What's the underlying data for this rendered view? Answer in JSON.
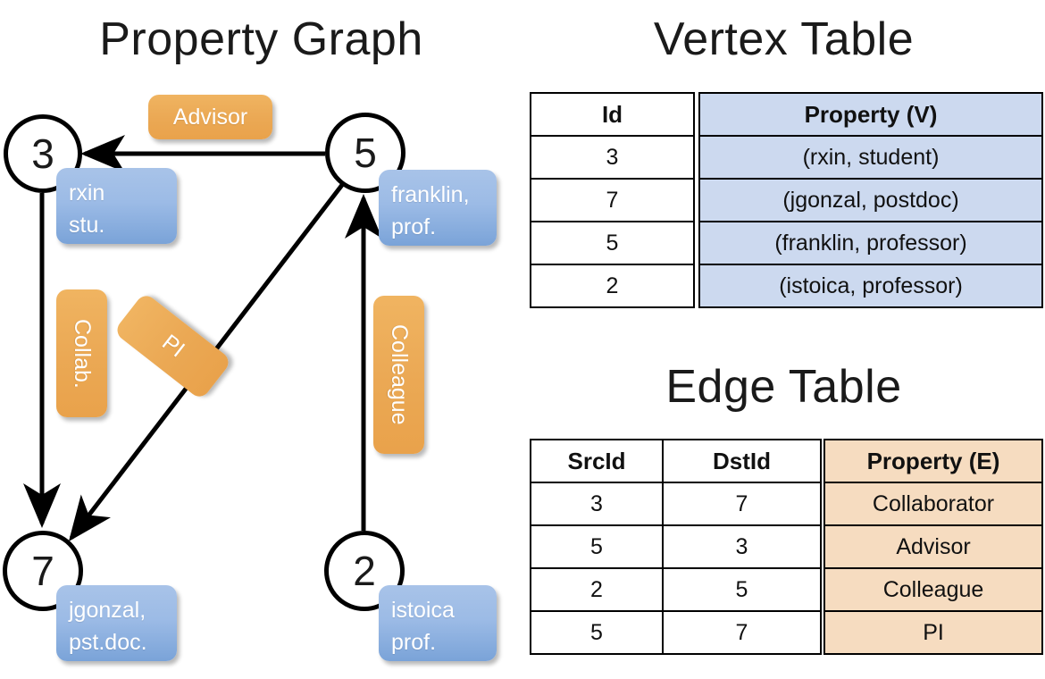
{
  "titles": {
    "property_graph": "Property Graph",
    "vertex_table": "Vertex Table",
    "edge_table": "Edge Table"
  },
  "graph": {
    "nodes": [
      {
        "id": "3",
        "label": "3",
        "property_lines": [
          "rxin",
          "stu."
        ]
      },
      {
        "id": "5",
        "label": "5",
        "property_lines": [
          "franklin,",
          "prof."
        ]
      },
      {
        "id": "7",
        "label": "7",
        "property_lines": [
          "jgonzal,",
          "pst.doc."
        ]
      },
      {
        "id": "2",
        "label": "2",
        "property_lines": [
          "istoica",
          "prof."
        ]
      }
    ],
    "edge_labels": [
      {
        "name": "advisor",
        "text": "Advisor"
      },
      {
        "name": "collab",
        "text": "Collab."
      },
      {
        "name": "pi",
        "text": "PI"
      },
      {
        "name": "colleague",
        "text": "Colleague"
      }
    ]
  },
  "vertex_table": {
    "headers": [
      "Id",
      "Property (V)"
    ],
    "rows": [
      {
        "id": "3",
        "property": "(rxin, student)"
      },
      {
        "id": "7",
        "property": "(jgonzal, postdoc)"
      },
      {
        "id": "5",
        "property": "(franklin, professor)"
      },
      {
        "id": "2",
        "property": "(istoica, professor)"
      }
    ]
  },
  "edge_table": {
    "headers": [
      "SrcId",
      "DstId",
      "Property (E)"
    ],
    "rows": [
      {
        "src": "3",
        "dst": "7",
        "property": "Collaborator"
      },
      {
        "src": "5",
        "dst": "3",
        "property": "Advisor"
      },
      {
        "src": "2",
        "dst": "5",
        "property": "Colleague"
      },
      {
        "src": "5",
        "dst": "7",
        "property": "PI"
      }
    ]
  },
  "colors": {
    "vertex_property_fill": "#ccd9ef",
    "edge_property_fill": "#f6dcc0",
    "node_box_blue": "#9cbbe6",
    "edge_label_orange": "#eba955",
    "stroke": "#000000",
    "background": "#ffffff"
  }
}
